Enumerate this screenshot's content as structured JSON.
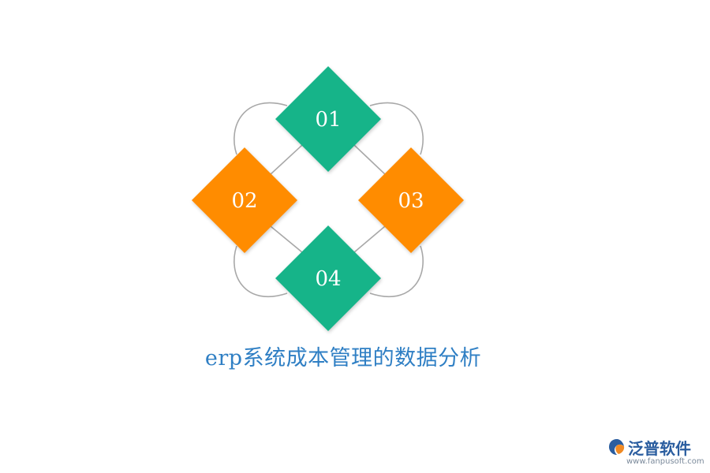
{
  "diagram": {
    "items": [
      {
        "label": "01",
        "color": "#16b489"
      },
      {
        "label": "02",
        "color": "#ff8c00"
      },
      {
        "label": "03",
        "color": "#ff8c00"
      },
      {
        "label": "04",
        "color": "#16b489"
      }
    ],
    "ring_color": "#a8a8a8"
  },
  "title": "erp系统成本管理的数据分析",
  "logo": {
    "name": "泛普软件",
    "url": "www.fanpusoft.com"
  }
}
